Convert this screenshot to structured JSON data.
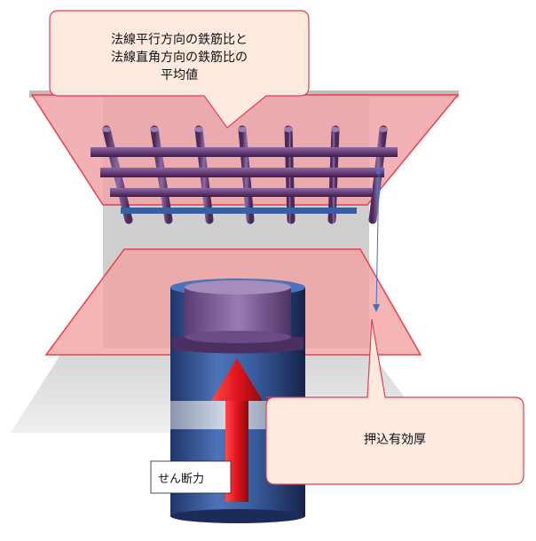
{
  "callouts": {
    "rebar_ratio": {
      "line1": "法線平行方向の鉄筋比と",
      "line2": "法線直角方向の鉄筋比の",
      "line3": "平均値"
    },
    "effective_depth": "押込有効厚"
  },
  "labels": {
    "shear_force": "せん断力"
  },
  "colors": {
    "slab_plane": "#f4a0a0",
    "slab_outline": "#e8404a",
    "callout_fill": "#fde9de",
    "callout_outline": "#e04050",
    "rebar": "#6a3f7a",
    "column": "#3a5fa0",
    "arrow": "#e0141c"
  }
}
